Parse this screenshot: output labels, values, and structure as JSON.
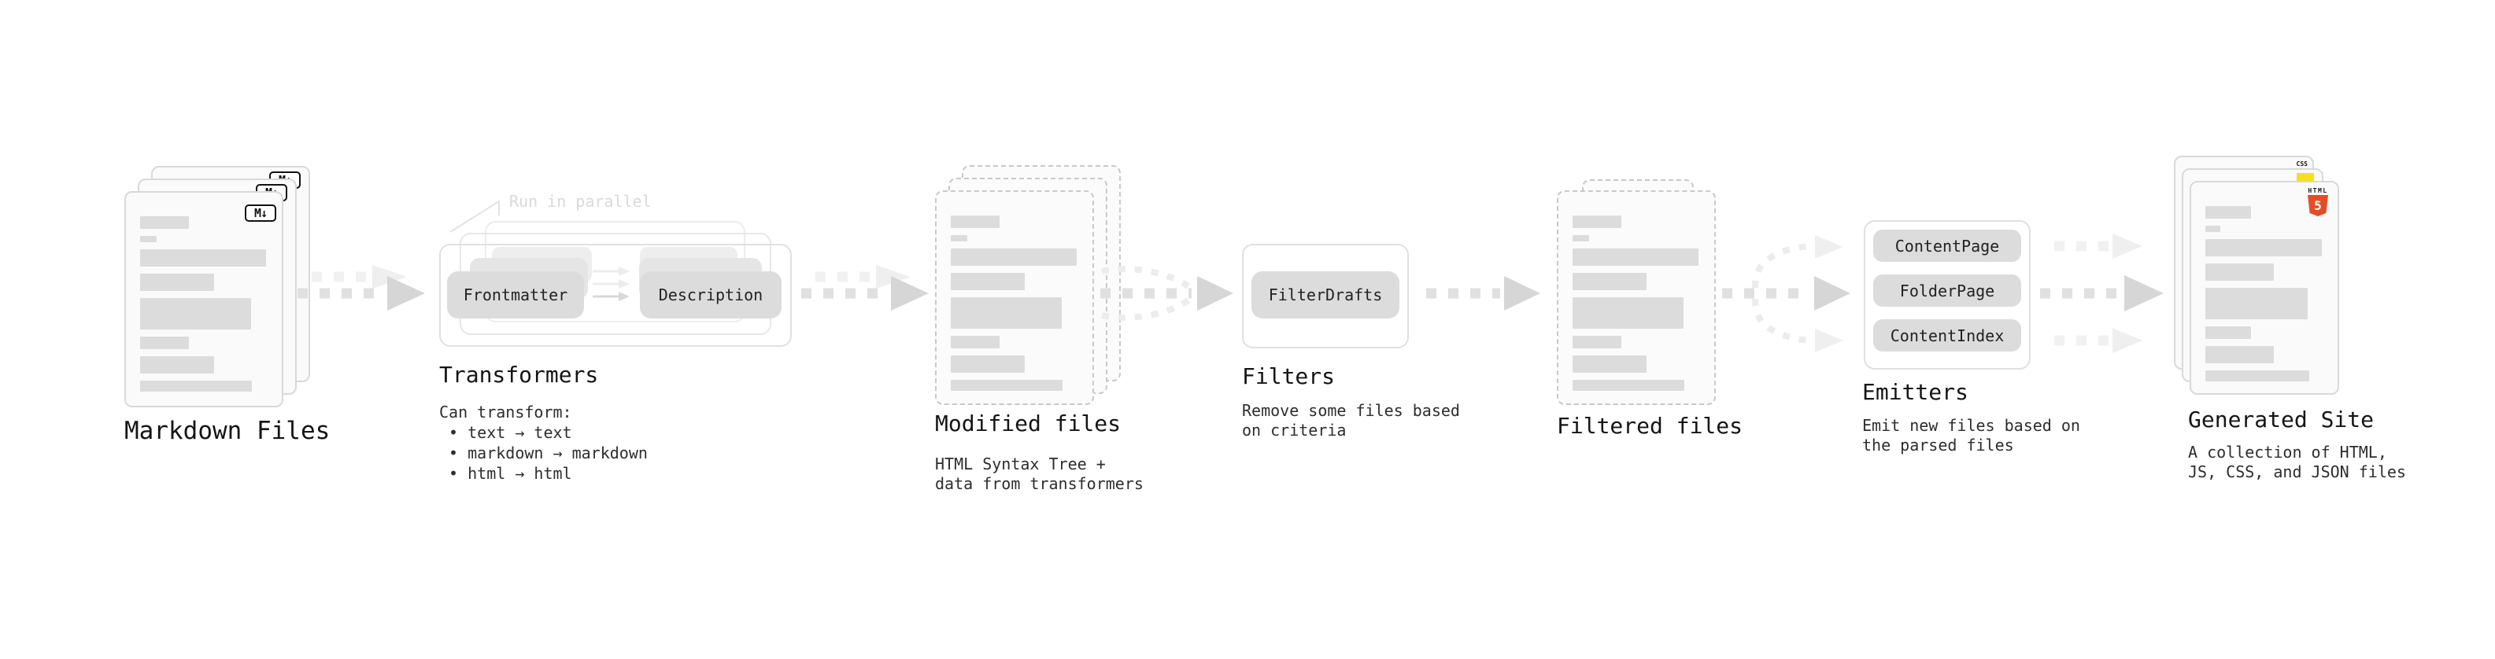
{
  "colors": {
    "background": "#ffffff",
    "card_fill": "#fafafa",
    "card_border": "#d9d9d9",
    "bar_fill": "#dcdcdc",
    "pill_fill": "#dcdcdc",
    "arrow": "#e0e0e0",
    "arrow_light": "#f1f1f1",
    "text_primary": "#151515",
    "annotation_gray": "#d9d9d9",
    "html5_orange": "#e44d26",
    "js_yellow": "#f7df1e",
    "css_blue": "#2160e6"
  },
  "stages": {
    "markdown": {
      "label": "Markdown Files",
      "badge": "M↓"
    },
    "transformers": {
      "title": "Transformers",
      "annotation": "Run in parallel",
      "input_pill": "Frontmatter",
      "output_pill": "Description",
      "desc": [
        "Can transform:",
        " • text → text",
        " • markdown → markdown",
        " • html → html"
      ]
    },
    "modified": {
      "label": "Modified files",
      "desc": [
        "HTML Syntax Tree +",
        "data from transformers"
      ]
    },
    "filters": {
      "title": "Filters",
      "pill": "FilterDrafts",
      "desc": [
        "Remove some files based",
        "on criteria"
      ]
    },
    "filtered": {
      "label": "Filtered files"
    },
    "emitters": {
      "title": "Emitters",
      "pills": [
        "ContentPage",
        "FolderPage",
        "ContentIndex"
      ],
      "desc": [
        "Emit new files based on",
        "the parsed files"
      ]
    },
    "generated": {
      "label": "Generated Site",
      "badges": {
        "html": "HTML",
        "five": "5",
        "css": "CSS"
      },
      "desc": [
        "A collection of HTML,",
        "JS, CSS, and JSON files"
      ]
    }
  }
}
